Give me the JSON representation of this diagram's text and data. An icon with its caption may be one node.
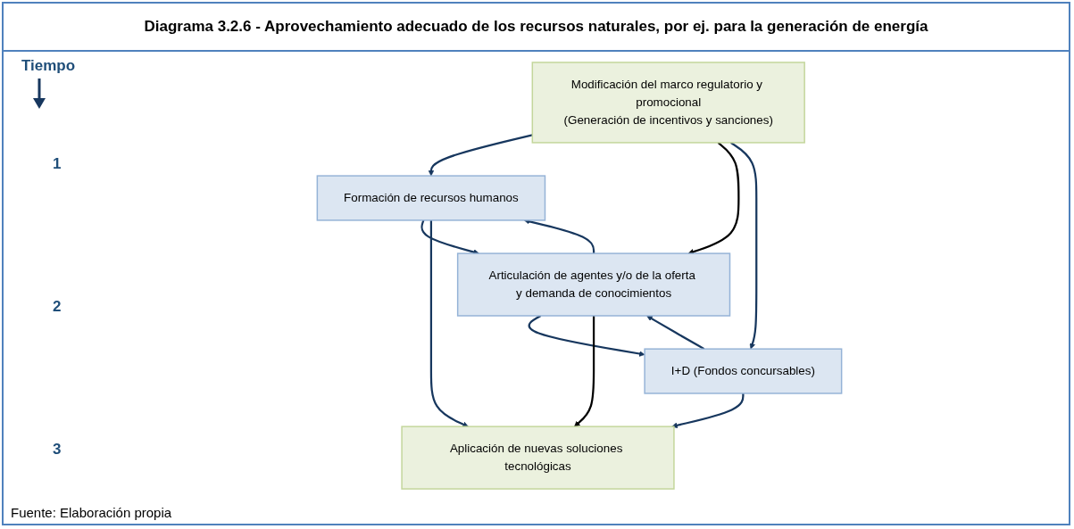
{
  "diagram": {
    "title": "Diagrama 3.2.6 - Aprovechamiento adecuado de los recursos naturales, por ej. para la generación de energía",
    "caption": "Fuente: Elaboración propia",
    "nodes": [
      {
        "text": [
          "Modificación del marco regulatorio y promocional",
          "(Generación de incentivos y sanciones)"
        ]
      },
      {
        "text": [
          "Formación de recursos humanos"
        ]
      },
      {
        "text": [
          "Articulación de agentes y/o de la oferta y demanda de conocimientos"
        ]
      },
      {
        "text": [
          "I+D (Fondos concursables)"
        ]
      },
      {
        "text": [
          "Aplicación de nuevas soluciones tecnológicas"
        ]
      }
    ],
    "edges": [
      {
        "from": 0,
        "to": 1,
        "arrow": "to"
      },
      {
        "from": 0,
        "to": 2,
        "arrow": "to",
        "color": "#000000"
      },
      {
        "from": 0,
        "to": 3,
        "arrow": "to"
      },
      {
        "from": 1,
        "to": 2,
        "arrow": "to"
      },
      {
        "from": 2,
        "to": 1,
        "arrow": "to"
      },
      {
        "from": 2,
        "to": 3,
        "arrow": "to"
      },
      {
        "from": 3,
        "to": 2,
        "arrow": "to"
      },
      {
        "from": 2,
        "to": 4,
        "arrow": "to",
        "color": "#000000"
      },
      {
        "from": 1,
        "to": 4,
        "arrow": "to"
      },
      {
        "from": 3,
        "to": 4,
        "arrow": "to"
      }
    ],
    "labels": [
      "Tiempo",
      "1",
      "2",
      "3"
    ]
  }
}
